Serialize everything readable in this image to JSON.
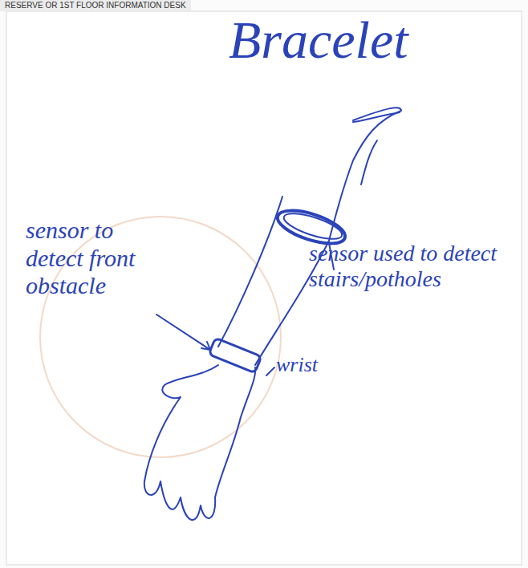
{
  "diagram": {
    "title": "Bracelet",
    "labels": [
      "RESERVE OR 1ST FLOOR INFORMATION DESK",
      "sensor to detect front obstacle",
      "sensor used to detect stairs/potholes",
      "wrist"
    ]
  }
}
